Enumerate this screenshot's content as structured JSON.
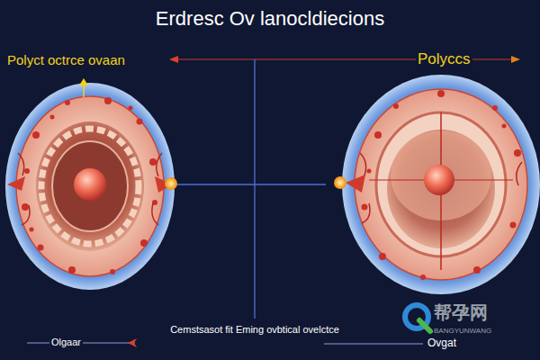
{
  "diagram": {
    "title": "Erdresc Ov lanocldiecions",
    "labels": [
      "Polyct octrce ovaan",
      "Polyccs",
      "Cemstsasot fit Eming ovbtical ovelctce",
      "Olgaar",
      "Ovgat",
      "帮孕网",
      "BANGYUNWANG"
    ]
  }
}
